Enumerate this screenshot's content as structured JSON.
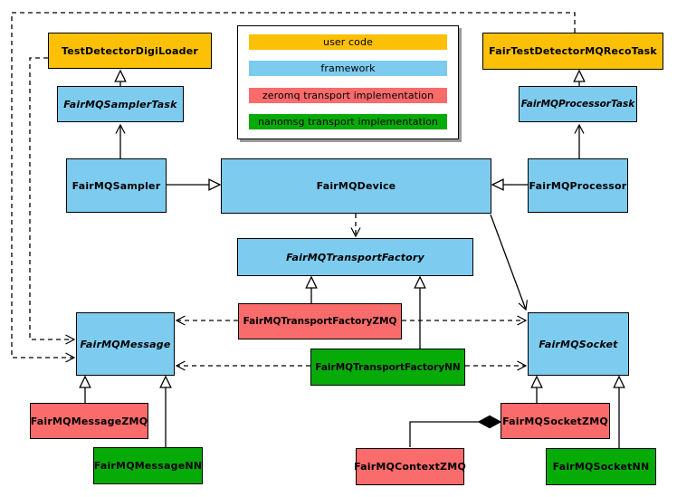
{
  "legend": {
    "items": [
      {
        "label": "user code",
        "color": "#fcc107"
      },
      {
        "label": "framework",
        "color": "#7dccf0"
      },
      {
        "label": "zeromq transport implementation",
        "color": "#fa6b6b"
      },
      {
        "label": "nanomsg transport implementation",
        "color": "#07ab07"
      }
    ]
  },
  "nodes": {
    "testDetectorDigiLoader": {
      "label": "TestDetectorDigiLoader",
      "category": "user code",
      "abstract": false
    },
    "fairTestDetectorMQRecoTask": {
      "label": "FairTestDetectorMQRecoTask",
      "category": "user code",
      "abstract": false
    },
    "fairMQSamplerTask": {
      "label": "FairMQSamplerTask",
      "category": "framework",
      "abstract": true
    },
    "fairMQProcessorTask": {
      "label": "FairMQProcessorTask",
      "category": "framework",
      "abstract": true
    },
    "fairMQSampler": {
      "label": "FairMQSampler",
      "category": "framework",
      "abstract": false
    },
    "fairMQDevice": {
      "label": "FairMQDevice",
      "category": "framework",
      "abstract": false
    },
    "fairMQProcessor": {
      "label": "FairMQProcessor",
      "category": "framework",
      "abstract": false
    },
    "fairMQTransportFactory": {
      "label": "FairMQTransportFactory",
      "category": "framework",
      "abstract": true
    },
    "fairMQMessage": {
      "label": "FairMQMessage",
      "category": "framework",
      "abstract": true
    },
    "fairMQSocket": {
      "label": "FairMQSocket",
      "category": "framework",
      "abstract": true
    },
    "fairMQTransportFactoryZMQ": {
      "label": "FairMQTransportFactoryZMQ",
      "category": "zeromq transport implementation",
      "abstract": false
    },
    "fairMQMessageZMQ": {
      "label": "FairMQMessageZMQ",
      "category": "zeromq transport implementation",
      "abstract": false
    },
    "fairMQSocketZMQ": {
      "label": "FairMQSocketZMQ",
      "category": "zeromq transport implementation",
      "abstract": false
    },
    "fairMQContextZMQ": {
      "label": "FairMQContextZMQ",
      "category": "zeromq transport implementation",
      "abstract": false
    },
    "fairMQTransportFactoryNN": {
      "label": "FairMQTransportFactoryNN",
      "category": "nanomsg transport implementation",
      "abstract": false
    },
    "fairMQMessageNN": {
      "label": "FairMQMessageNN",
      "category": "nanomsg transport implementation",
      "abstract": false
    },
    "fairMQSocketNN": {
      "label": "FairMQSocketNN",
      "category": "nanomsg transport implementation",
      "abstract": false
    }
  },
  "relationships": [
    {
      "from": "FairMQSamplerTask",
      "to": "TestDetectorDigiLoader",
      "type": "generalization"
    },
    {
      "from": "FairMQSampler",
      "to": "FairMQSamplerTask",
      "type": "association-arrow"
    },
    {
      "from": "FairMQSampler",
      "to": "FairMQDevice",
      "type": "generalization"
    },
    {
      "from": "FairMQProcessorTask",
      "to": "FairTestDetectorMQRecoTask",
      "type": "generalization"
    },
    {
      "from": "FairMQProcessor",
      "to": "FairMQProcessorTask",
      "type": "association-arrow"
    },
    {
      "from": "FairMQProcessor",
      "to": "FairMQDevice",
      "type": "generalization"
    },
    {
      "from": "FairMQDevice",
      "to": "FairMQTransportFactory",
      "type": "dashed-dependency"
    },
    {
      "from": "FairMQDevice",
      "to": "FairMQSocket",
      "type": "association-arrow"
    },
    {
      "from": "TestDetectorDigiLoader",
      "to": "FairMQMessage",
      "type": "dashed-dependency"
    },
    {
      "from": "FairTestDetectorMQRecoTask",
      "to": "FairMQMessage",
      "type": "dashed-dependency"
    },
    {
      "from": "FairMQTransportFactoryZMQ",
      "to": "FairMQTransportFactory",
      "type": "generalization"
    },
    {
      "from": "FairMQTransportFactoryNN",
      "to": "FairMQTransportFactory",
      "type": "generalization"
    },
    {
      "from": "FairMQTransportFactoryZMQ",
      "to": "FairMQMessage",
      "type": "dashed-dependency"
    },
    {
      "from": "FairMQTransportFactoryZMQ",
      "to": "FairMQSocket",
      "type": "dashed-dependency"
    },
    {
      "from": "FairMQTransportFactoryNN",
      "to": "FairMQMessage",
      "type": "dashed-dependency"
    },
    {
      "from": "FairMQTransportFactoryNN",
      "to": "FairMQSocket",
      "type": "dashed-dependency"
    },
    {
      "from": "FairMQMessageZMQ",
      "to": "FairMQMessage",
      "type": "generalization"
    },
    {
      "from": "FairMQMessageNN",
      "to": "FairMQMessage",
      "type": "generalization"
    },
    {
      "from": "FairMQSocketZMQ",
      "to": "FairMQSocket",
      "type": "generalization"
    },
    {
      "from": "FairMQSocketNN",
      "to": "FairMQSocket",
      "type": "generalization"
    },
    {
      "from": "FairMQSocketZMQ",
      "to": "FairMQContextZMQ",
      "type": "composition"
    }
  ]
}
